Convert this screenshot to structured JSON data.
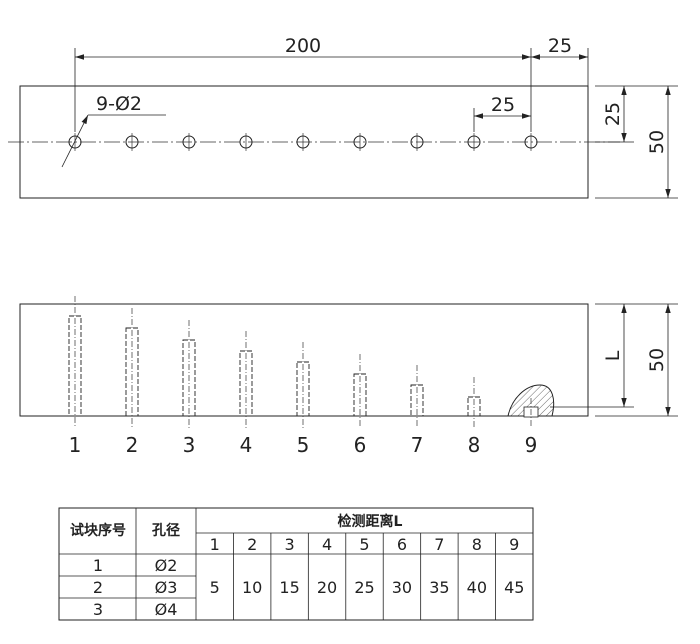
{
  "top_view": {
    "dim_length": "200",
    "dim_end_offset": "25",
    "dim_pitch": "25",
    "dim_half_height": "25",
    "dim_height": "50",
    "hole_callout": "9-Ø2",
    "hole_count": 9
  },
  "side_view": {
    "dim_height": "50",
    "dim_depth": "L",
    "hole_numbers": [
      "1",
      "2",
      "3",
      "4",
      "5",
      "6",
      "7",
      "8",
      "9"
    ]
  },
  "table": {
    "col_block_no": "试块序号",
    "col_hole_dia": "孔径",
    "col_distance": "检测距离L",
    "distance_indices": [
      "1",
      "2",
      "3",
      "4",
      "5",
      "6",
      "7",
      "8",
      "9"
    ],
    "distances": [
      "5",
      "10",
      "15",
      "20",
      "25",
      "30",
      "35",
      "40",
      "45"
    ],
    "rows": [
      {
        "no": "1",
        "dia": "Ø2"
      },
      {
        "no": "2",
        "dia": "Ø3"
      },
      {
        "no": "3",
        "dia": "Ø4"
      }
    ]
  }
}
